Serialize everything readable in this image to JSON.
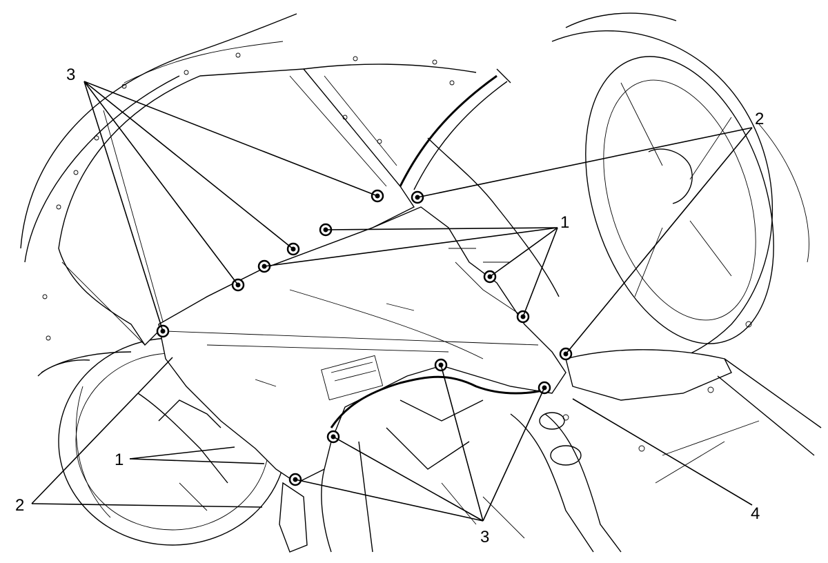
{
  "callouts": {
    "label_1_upper": "1",
    "label_1_lower": "1",
    "label_2_right": "2",
    "label_2_left": "2",
    "label_3_upper": "3",
    "label_3_lower": "3",
    "label_4": "4"
  }
}
